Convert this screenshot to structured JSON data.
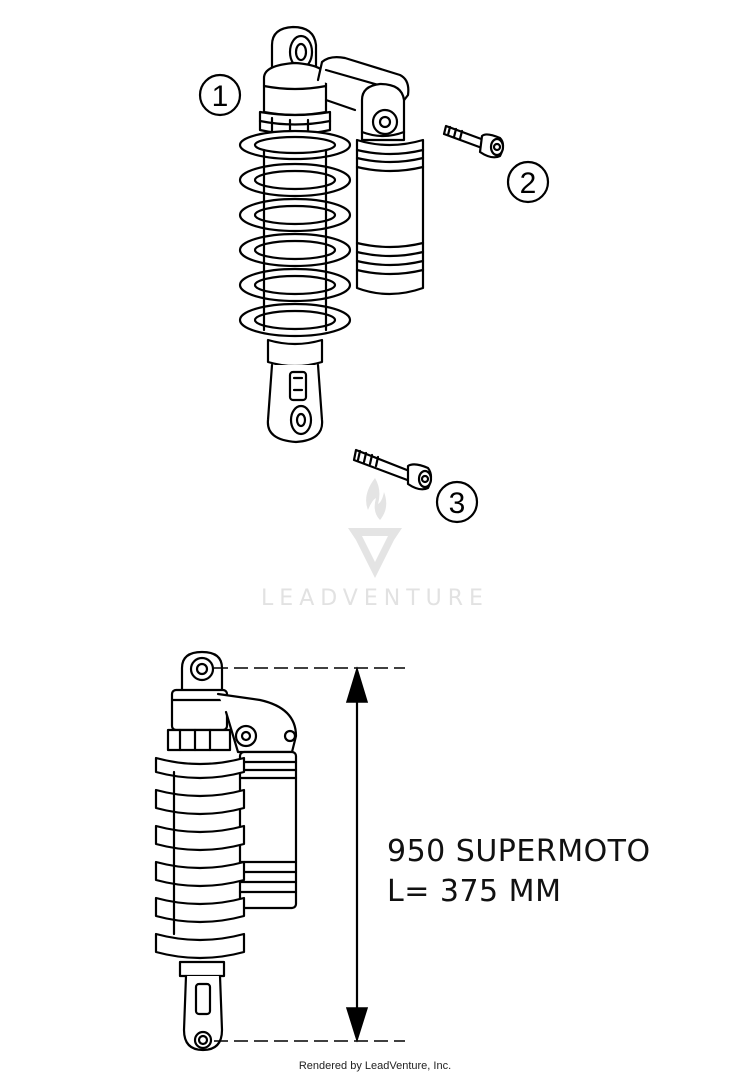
{
  "callouts": [
    {
      "label": "1",
      "part": "shock absorber"
    },
    {
      "label": "2",
      "part": "bolt"
    },
    {
      "label": "3",
      "part": "bolt"
    }
  ],
  "spec": {
    "line1": "950 SUPERMOTO",
    "line2": "L= 375 MM"
  },
  "watermark": {
    "text": "LEADVENTURE"
  },
  "footer": {
    "text": "Rendered by LeadVenture, Inc."
  },
  "colors": {
    "line": "#000000",
    "watermark": "#e2e2e2"
  }
}
